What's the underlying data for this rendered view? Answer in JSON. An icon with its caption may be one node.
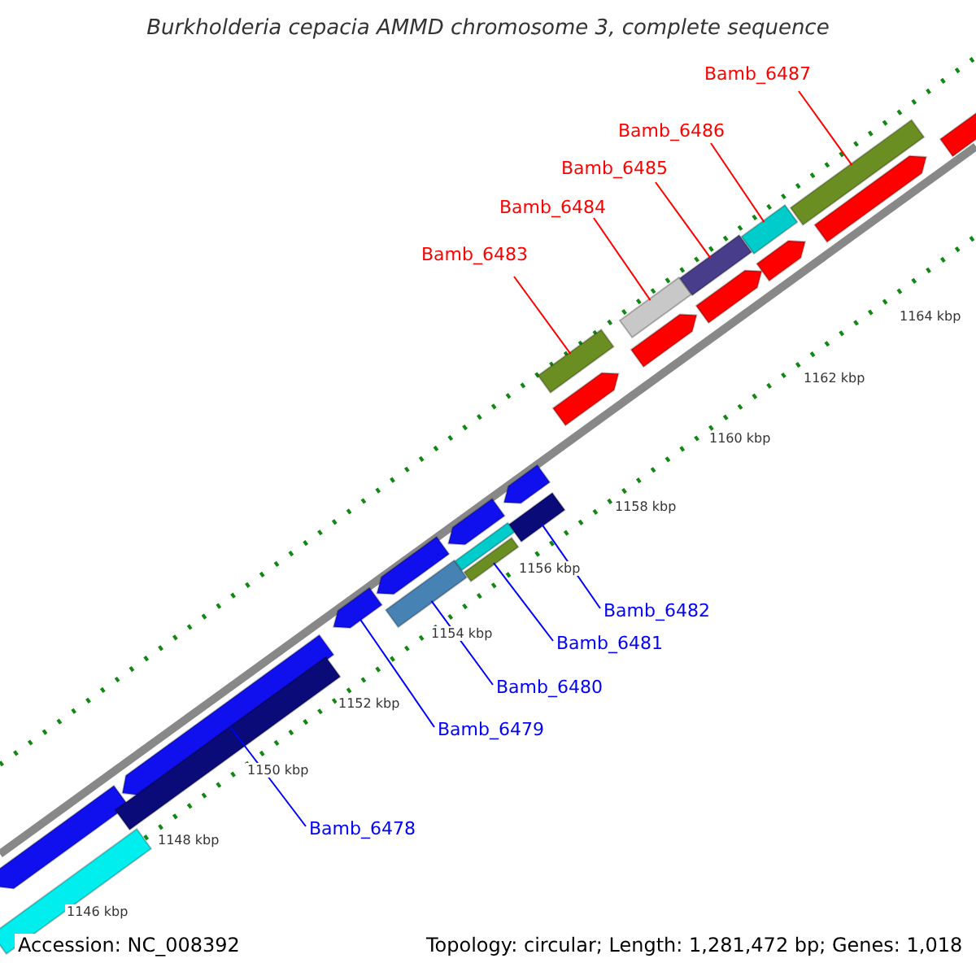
{
  "diagram": {
    "title": "Burkholderia cepacia AMMD chromosome 3, complete sequence",
    "nodes": [
      {
        "text": [
          "Bamb_6483"
        ]
      },
      {
        "text": [
          "Bamb_6484"
        ]
      },
      {
        "text": [
          "Bamb_6485"
        ]
      },
      {
        "text": [
          "Bamb_6486"
        ]
      },
      {
        "text": [
          "Bamb_6487"
        ]
      },
      {
        "text": [
          "Bamb_6482"
        ]
      },
      {
        "text": [
          "Bamb_6481"
        ]
      },
      {
        "text": [
          "Bamb_6480"
        ]
      },
      {
        "text": [
          "Bamb_6479"
        ]
      },
      {
        "text": [
          "Bamb_6478"
        ]
      },
      {
        "text": [],
        "shape": "bar"
      },
      {
        "text": [],
        "shape": "bar"
      },
      {
        "text": [],
        "shape": "bar"
      },
      {
        "text": [],
        "shape": "bar"
      },
      {
        "text": [],
        "shape": "bar"
      },
      {
        "text": [],
        "shape": "bar"
      },
      {
        "text": [],
        "shape": "bar"
      },
      {
        "text": [],
        "shape": "bar"
      },
      {
        "text": [],
        "shape": "arrow"
      },
      {
        "text": [],
        "shape": "arrow"
      },
      {
        "text": [],
        "shape": "arrow"
      },
      {
        "text": [],
        "shape": "arrow"
      },
      {
        "text": [],
        "shape": "arrow"
      },
      {
        "text": [],
        "shape": "arrow"
      },
      {
        "text": [],
        "shape": "arrow"
      },
      {
        "text": [],
        "shape": "bar"
      },
      {
        "text": [],
        "shape": "arrow"
      },
      {
        "text": [],
        "shape": "arrow"
      },
      {
        "text": [],
        "shape": "arrow"
      },
      {
        "text": [],
        "shape": "arrow"
      },
      {
        "text": [],
        "shape": "bar"
      },
      {
        "text": [],
        "shape": "bar"
      },
      {
        "text": [],
        "shape": "bar"
      }
    ],
    "edges": [
      {
        "from": 0,
        "to": 10,
        "arrow": "none",
        "color": "#ff0000"
      },
      {
        "from": 1,
        "to": 11,
        "arrow": "none",
        "color": "#ff0000"
      },
      {
        "from": 2,
        "to": 12,
        "arrow": "none",
        "color": "#ff0000"
      },
      {
        "from": 3,
        "to": 13,
        "arrow": "none",
        "color": "#ff0000"
      },
      {
        "from": 4,
        "to": 14,
        "arrow": "none",
        "color": "#ff0000"
      },
      {
        "from": 5,
        "to": 15,
        "arrow": "none",
        "color": "#0000ff"
      },
      {
        "from": 6,
        "to": 16,
        "arrow": "none",
        "color": "#0000ff"
      },
      {
        "from": 7,
        "to": 17,
        "arrow": "none",
        "color": "#0000ff"
      },
      {
        "from": 8,
        "to": 18,
        "arrow": "none",
        "color": "#0000ff"
      },
      {
        "from": 9,
        "to": 19,
        "arrow": "none",
        "color": "#0000ff"
      }
    ],
    "labels": [
      "1164 kbp",
      "1162 kbp",
      "1160 kbp",
      "1158 kbp",
      "1156 kbp",
      "1154 kbp",
      "1152 kbp",
      "1150 kbp",
      "1148 kbp",
      "1146 kbp",
      "Accession: NC_008392",
      "Topology: circular; Length: 1,281,472 bp; Genes: 1,018"
    ]
  }
}
